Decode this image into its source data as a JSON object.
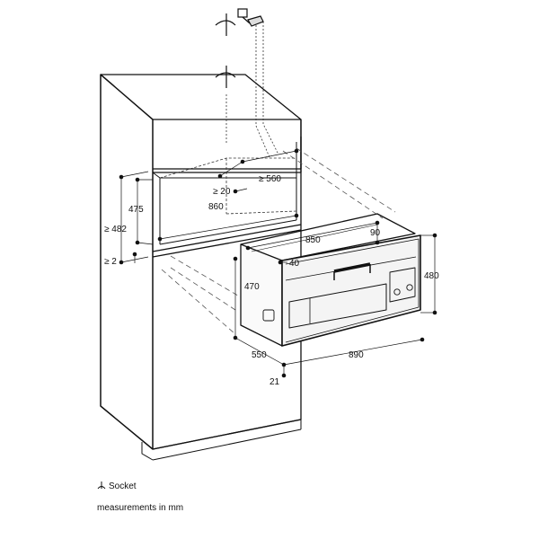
{
  "labels": {
    "d560": "≥ 560",
    "d20": "≥ 20",
    "d475": "475",
    "d482": "≥ 482",
    "d860": "860",
    "d2": "≥ 2",
    "d850": "850",
    "d90": "90",
    "d40": "40",
    "d470": "470",
    "d480": "480",
    "d550": "550",
    "d890": "890",
    "d21": "21"
  },
  "legend": {
    "socket": "Socket",
    "units": "measurements in mm"
  }
}
